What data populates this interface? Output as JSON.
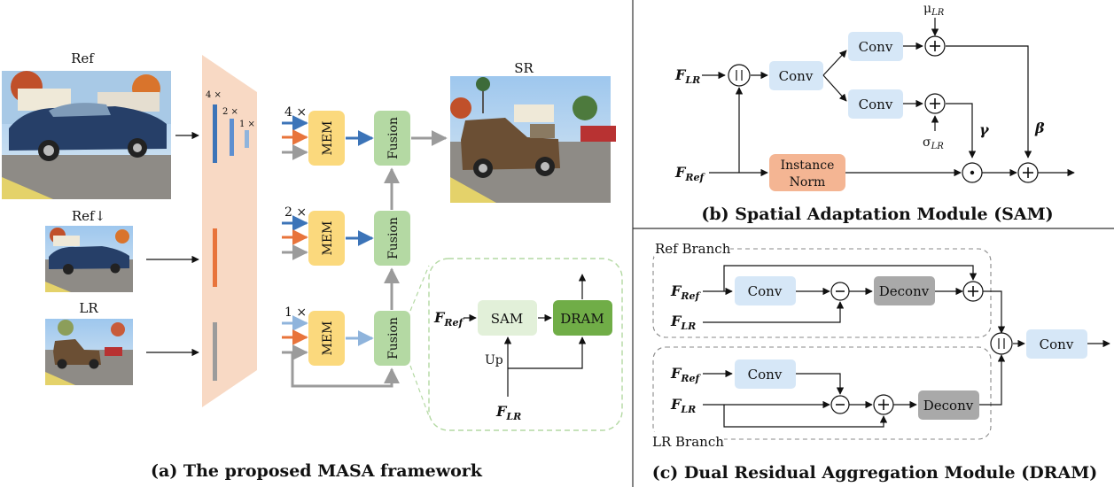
{
  "panel_a": {
    "caption": "(a) The proposed MASA framework",
    "label_ref": "Ref",
    "label_ref_down": "Ref↓",
    "label_lr": "LR",
    "label_sr": "SR",
    "scale_4x": "4 ×",
    "scale_2x": "2 ×",
    "scale_1x": "1 ×",
    "mem": "MEM",
    "fusion": "Fusion",
    "inset": {
      "f_ref": "F",
      "f_ref_sub": "Ref",
      "sam": "SAM",
      "dram": "DRAM",
      "up": "Up",
      "f_lr": "F",
      "f_lr_sub": "LR"
    }
  },
  "panel_b": {
    "caption": "(b) Spatial Adaptation Module (SAM)",
    "f_lr": "F",
    "f_lr_sub": "LR",
    "f_ref": "F",
    "f_ref_sub": "Ref",
    "conv": "Conv",
    "instance_norm_1": "Instance",
    "instance_norm_2": "Norm",
    "mu": "μ",
    "mu_sub": "LR",
    "sigma": "σ",
    "sigma_sub": "LR",
    "gamma": "γ",
    "beta": "β"
  },
  "panel_c": {
    "caption": "(c) Dual Residual Aggregation Module (DRAM)",
    "ref_branch": "Ref Branch",
    "lr_branch": "LR Branch",
    "f_ref": "F",
    "f_ref_sub": "Ref",
    "f_lr": "F",
    "f_lr_sub": "LR",
    "conv": "Conv",
    "deconv": "Deconv"
  },
  "colors": {
    "blue_arrow": "#3c74b8",
    "orange_arrow": "#e8743b",
    "gray_arrow": "#9b9b9b",
    "mem_fill": "#fbd97d",
    "fusion_fill": "#b4d9a3",
    "conv_fill": "#d6e7f7",
    "deconv_fill": "#a9a9a9",
    "instance_norm_fill": "#f4b593",
    "extractor_fill": "#f8d9c4",
    "sam_fill": "#e2f0d9",
    "dram_fill": "#70ad47"
  }
}
